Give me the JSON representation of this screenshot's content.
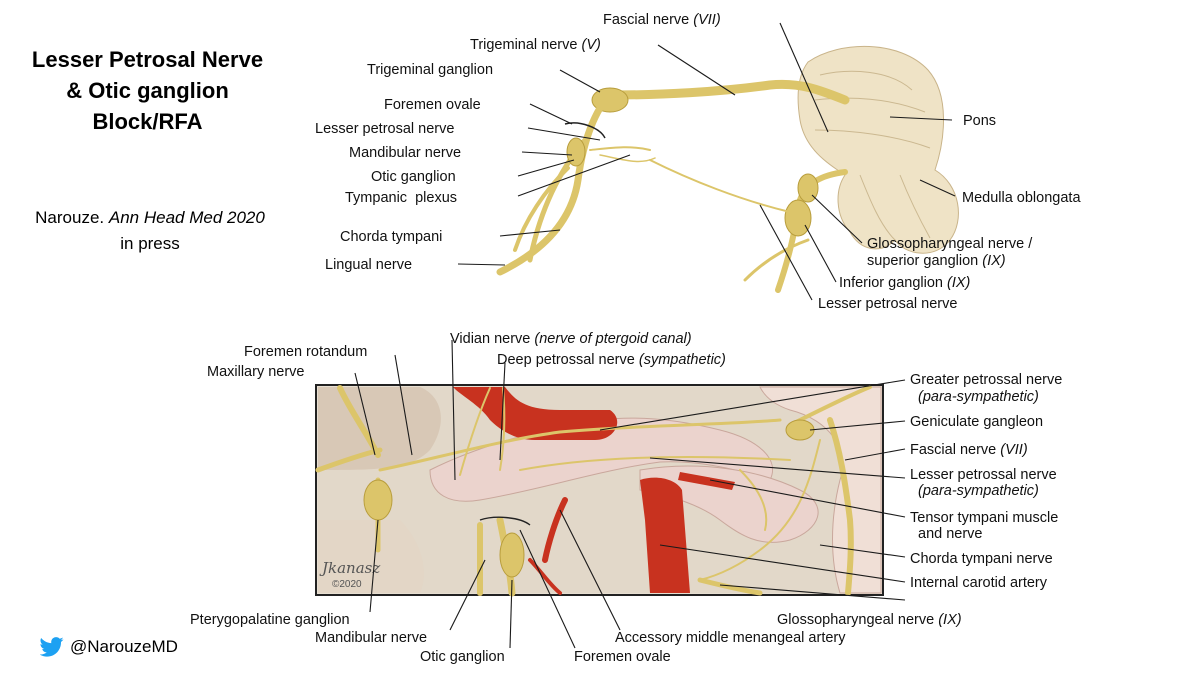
{
  "slide": {
    "title_lines": [
      "Lesser Petrosal Nerve",
      "& Otic ganglion",
      "Block/RFA"
    ],
    "citation": {
      "author": "Narouze.",
      "journal": "Ann Head Med 2020",
      "status": "in press"
    },
    "twitter": {
      "icon": "twitter-bird-icon",
      "handle": "@NarouzeMD",
      "color": "#1da1f2"
    }
  },
  "top_diagram": {
    "labels": [
      {
        "text": "Fascial nerve",
        "italic": "(VII)"
      },
      {
        "text": "Trigeminal nerve",
        "italic": "(V)"
      },
      {
        "text": "Trigeminal ganglion"
      },
      {
        "text": "Foremen ovale"
      },
      {
        "text": "Lesser petrosal nerve"
      },
      {
        "text": "Mandibular nerve"
      },
      {
        "text": "Otic ganglion"
      },
      {
        "text": "Tympanic  plexus"
      },
      {
        "text": "Chorda tympani"
      },
      {
        "text": "Lingual nerve"
      },
      {
        "text": "Pons"
      },
      {
        "text": "Medulla oblongata"
      },
      {
        "text": "Glossopharyngeal nerve /"
      },
      {
        "text": "superior ganglion",
        "italic": "(IX)"
      },
      {
        "text": "Inferior ganglion",
        "italic": "(IX)"
      },
      {
        "text": "Lesser petrosal nerve"
      }
    ]
  },
  "bottom_diagram": {
    "signature": {
      "name": "Jkanasz",
      "year": "©2020"
    },
    "labels": [
      {
        "text": "Vidian nerve",
        "italic": "(nerve of ptergoid canal)"
      },
      {
        "text": "Foremen rotandum"
      },
      {
        "text": "Deep petrossal nerve",
        "italic": "(sympathetic)"
      },
      {
        "text": "Maxillary nerve"
      },
      {
        "text": "Greater petrossal nerve",
        "italic": "(para-sympathetic)"
      },
      {
        "text": "Geniculate gangleon"
      },
      {
        "text": "Fascial nerve",
        "italic": "(VII)"
      },
      {
        "text": "Lesser petrossal nerve",
        "italic": "(para-sympathetic)"
      },
      {
        "text": "Tensor tympani muscle",
        "line2": "and nerve"
      },
      {
        "text": "Chorda tympani nerve"
      },
      {
        "text": "Internal carotid artery"
      },
      {
        "text": "Glossopharyngeal nerve",
        "italic": "(IX)"
      },
      {
        "text": "Pterygopalatine ganglion"
      },
      {
        "text": "Mandibular nerve"
      },
      {
        "text": "Accessory middle menangeal artery"
      },
      {
        "text": "Otic ganglion"
      },
      {
        "text": "Foremen ovale"
      }
    ]
  },
  "colors": {
    "nerve": "#dcc56a",
    "artery": "#c8321f",
    "bone": "#e9d2cc",
    "brainstem": "#efe3c6"
  }
}
